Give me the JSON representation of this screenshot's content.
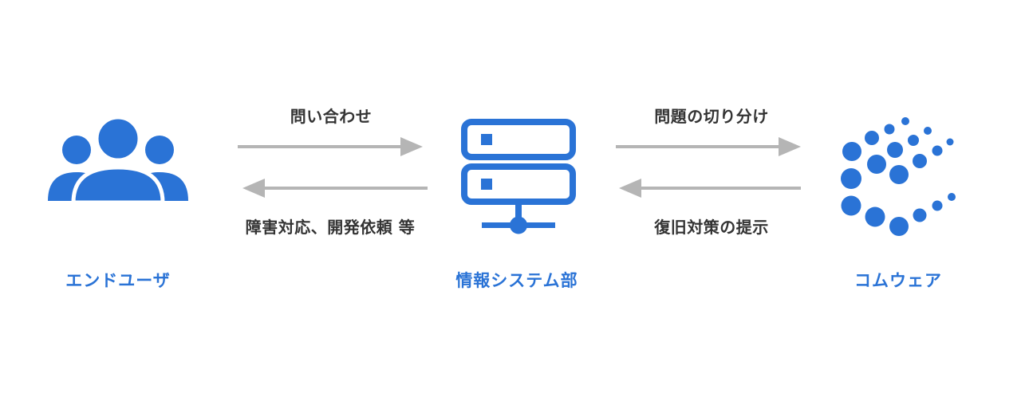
{
  "colors": {
    "accent": "#2a73d6",
    "arrow": "#b5b5b5",
    "text": "#333333"
  },
  "nodes": {
    "end_user": {
      "label": "エンドユーザ",
      "icon": "users-group-icon"
    },
    "it_department": {
      "label": "情報システム部",
      "icon": "server-network-icon"
    },
    "comware": {
      "label": "コムウェア",
      "icon": "comware-logo"
    }
  },
  "flows": {
    "left_forward": {
      "label": "問い合わせ"
    },
    "left_backward": {
      "label": "障害対応、開発依頼 等"
    },
    "right_forward": {
      "label": "問題の切り分け"
    },
    "right_backward": {
      "label": "復旧対策の提示"
    }
  }
}
